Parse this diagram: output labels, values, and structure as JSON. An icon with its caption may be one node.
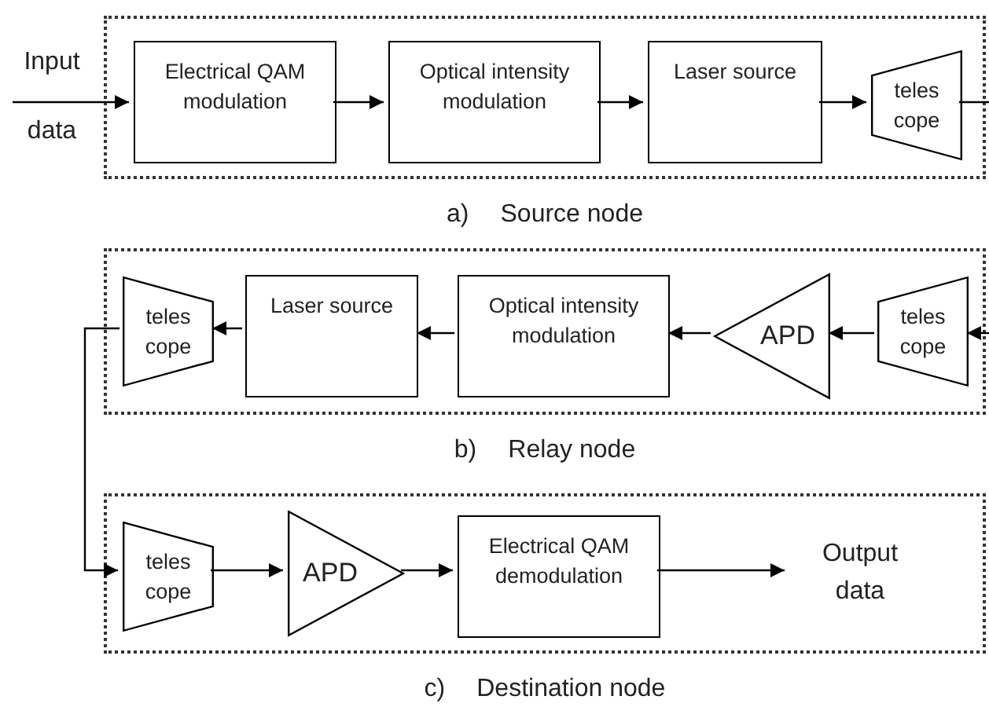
{
  "diagram": {
    "nodes": [
      {
        "text": [
          "a)",
          "Source node"
        ]
      },
      {
        "text": [
          "Electrical QAM modulation"
        ],
        "in": 0
      },
      {
        "text": [
          "Optical intensity modulation"
        ],
        "in": 0
      },
      {
        "text": [
          "Laser source"
        ],
        "in": 0
      },
      {
        "text": [
          "teles cope"
        ],
        "in": 0
      },
      {
        "text": [
          "b)",
          "Relay node"
        ]
      },
      {
        "text": [
          "teles cope"
        ],
        "in": 5
      },
      {
        "text": [
          "APD"
        ],
        "in": 5
      },
      {
        "text": [
          "Optical intensity modulation"
        ],
        "in": 5
      },
      {
        "text": [
          "Laser source"
        ],
        "in": 5
      },
      {
        "text": [
          "teles cope"
        ],
        "in": 5
      },
      {
        "text": [
          "c)",
          "Destination node"
        ]
      },
      {
        "text": [
          "teles cope"
        ],
        "in": 11
      },
      {
        "text": [
          "APD"
        ],
        "in": 11
      },
      {
        "text": [
          "Electrical QAM demodulation"
        ],
        "in": 11
      },
      {
        "text": [
          "Output data"
        ],
        "in": 11
      }
    ],
    "edges": [
      {
        "from": null,
        "to": 1,
        "arrow": "to",
        "label": "Input data"
      },
      {
        "from": 1,
        "to": 2,
        "arrow": "to"
      },
      {
        "from": 2,
        "to": 3,
        "arrow": "to"
      },
      {
        "from": 3,
        "to": 4,
        "arrow": "to"
      },
      {
        "from": 4,
        "to": null,
        "arrow": "none"
      },
      {
        "from": null,
        "to": 6,
        "arrow": "to"
      },
      {
        "from": 6,
        "to": 7,
        "arrow": "to"
      },
      {
        "from": 7,
        "to": 8,
        "arrow": "to"
      },
      {
        "from": 8,
        "to": 9,
        "arrow": "to"
      },
      {
        "from": 9,
        "to": 10,
        "arrow": "to"
      },
      {
        "from": 10,
        "to": 12,
        "arrow": "to"
      },
      {
        "from": 12,
        "to": 13,
        "arrow": "to"
      },
      {
        "from": 13,
        "to": 14,
        "arrow": "to"
      },
      {
        "from": 14,
        "to": 15,
        "arrow": "to"
      }
    ]
  }
}
